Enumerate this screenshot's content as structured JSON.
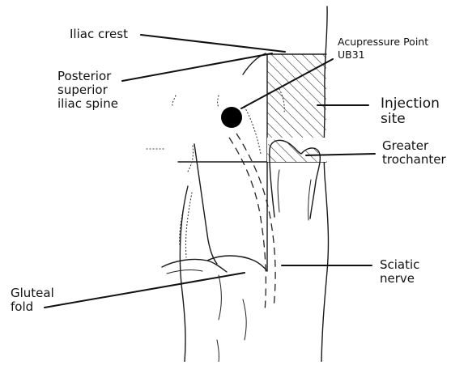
{
  "labels": {
    "iliac_crest": "Iliac crest",
    "psis_line1": "Posterior",
    "psis_line2": "superior",
    "psis_line3": "iliac spine",
    "acupressure_line1": "Acupressure Point",
    "acupressure_line2": "UB31",
    "injection_line1": "Injection",
    "injection_line2": "site",
    "trochanter_line1": "Greater",
    "trochanter_line2": "trochanter",
    "sciatic_line1": "Sciatic",
    "sciatic_line2": "nerve",
    "gluteal_line1": "Gluteal",
    "gluteal_line2": "fold"
  },
  "colors": {
    "ink": "#111111",
    "background": "#ffffff",
    "point": "#000000"
  }
}
